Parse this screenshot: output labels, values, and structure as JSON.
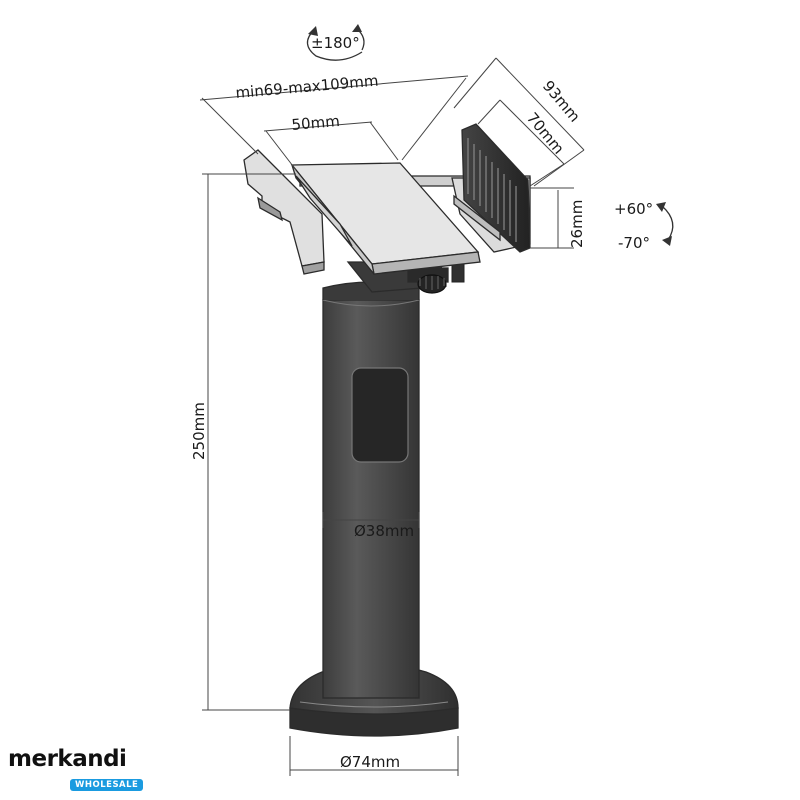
{
  "labels": {
    "rotate": "±180°",
    "width_range": "min69-max109mm",
    "width_50": "50mm",
    "depth_93": "93mm",
    "depth_70": "70mm",
    "height_26": "26mm",
    "tilt_up": "+60°",
    "tilt_down": "-70°",
    "height_250": "250mm",
    "pole_diameter": "Ø38mm",
    "base_diameter": "Ø74mm"
  },
  "logo": {
    "name": "merkandi",
    "badge": "WHOLESALE"
  }
}
